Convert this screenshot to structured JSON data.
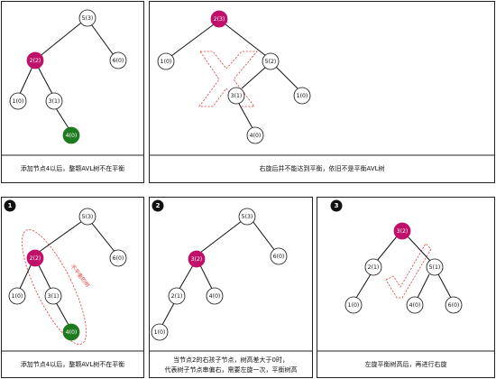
{
  "colors": {
    "highlight": "#c0106a",
    "inserted": "#1e7a1e",
    "annotation": "#e04040"
  },
  "panels": [
    {
      "caption": "添加节点4以后，整颗AVL树不在平衡",
      "nodes": [
        {
          "key": "5",
          "h": "(3)",
          "color": "plain"
        },
        {
          "key": "2",
          "h": "(2)",
          "color": "magenta"
        },
        {
          "key": "6",
          "h": "(0)",
          "color": "plain"
        },
        {
          "key": "1",
          "h": "(0)",
          "color": "plain"
        },
        {
          "key": "3",
          "h": "(1)",
          "color": "plain"
        },
        {
          "key": "4",
          "h": "(0)",
          "color": "green"
        }
      ]
    },
    {
      "caption": "右旋后并不能达到平衡，依旧不是平衡AVL树",
      "nodes": [
        {
          "key": "2",
          "h": "(3)",
          "color": "magenta"
        },
        {
          "key": "1",
          "h": "(0)",
          "color": "plain"
        },
        {
          "key": "5",
          "h": "(2)",
          "color": "plain"
        },
        {
          "key": "3",
          "h": "(1)",
          "color": "plain"
        },
        {
          "key": "1",
          "h": "(0)",
          "color": "plain"
        },
        {
          "key": "4",
          "h": "(0)",
          "color": "plain"
        }
      ]
    },
    {
      "badge": "1",
      "caption": "添加节点4以后，整颗AVL树不在平衡",
      "annotation": "不平衡的树",
      "nodes": [
        {
          "key": "5",
          "h": "(3)",
          "color": "plain"
        },
        {
          "key": "2",
          "h": "(2)",
          "color": "magenta"
        },
        {
          "key": "6",
          "h": "(0)",
          "color": "plain"
        },
        {
          "key": "1",
          "h": "(0)",
          "color": "plain"
        },
        {
          "key": "3",
          "h": "(1)",
          "color": "plain"
        },
        {
          "key": "4",
          "h": "(0)",
          "color": "green"
        }
      ]
    },
    {
      "badge": "2",
      "caption_line1": "当节点2的右孩子节点，树高差大于0时，",
      "caption_line2": "代表树子节点串偏右，需要左旋一次，平衡树高",
      "nodes": [
        {
          "key": "5",
          "h": "(3)",
          "color": "plain"
        },
        {
          "key": "3",
          "h": "(2)",
          "color": "magenta"
        },
        {
          "key": "6",
          "h": "(0)",
          "color": "plain"
        },
        {
          "key": "2",
          "h": "(1)",
          "color": "plain"
        },
        {
          "key": "4",
          "h": "(0)",
          "color": "plain"
        },
        {
          "key": "1",
          "h": "(0)",
          "color": "plain"
        }
      ]
    },
    {
      "badge": "3",
      "caption": "左旋平衡树高后，再进行右旋",
      "nodes": [
        {
          "key": "3",
          "h": "(2)",
          "color": "magenta"
        },
        {
          "key": "2",
          "h": "(1)",
          "color": "plain"
        },
        {
          "key": "5",
          "h": "(1)",
          "color": "plain"
        },
        {
          "key": "1",
          "h": "(0)",
          "color": "plain"
        },
        {
          "key": "4",
          "h": "(0)",
          "color": "plain"
        },
        {
          "key": "6",
          "h": "(0)",
          "color": "plain"
        }
      ]
    }
  ]
}
